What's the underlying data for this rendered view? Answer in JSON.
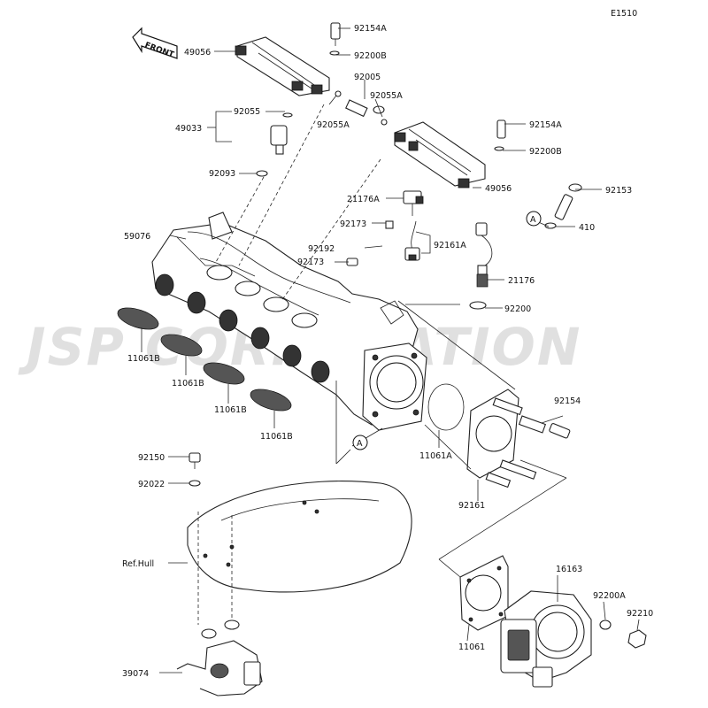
{
  "diagram": {
    "code": "E1510",
    "front_label": "FRONT",
    "watermark": "JSP CORPORATION",
    "ref_hull": "Ref.Hull",
    "marker_a": "A",
    "parts": {
      "p92154A_a": "92154A",
      "p92200B_a": "92200B",
      "p49056_a": "49056",
      "p92005": "92005",
      "p92055A_a": "92055A",
      "p92055A_b": "92055A",
      "p92055": "92055",
      "p49033": "49033",
      "p92154A_b": "92154A",
      "p92200B_b": "92200B",
      "p92093": "92093",
      "p49056_b": "49056",
      "p92153": "92153",
      "p21176A": "21176A",
      "p92173_a": "92173",
      "p410": "410",
      "p59076": "59076",
      "p92192": "92192",
      "p92161A": "92161A",
      "p92173_b": "92173",
      "p21176": "21176",
      "p92200": "92200",
      "p11061B_a": "11061B",
      "p11061B_b": "11061B",
      "p11061B_c": "11061B",
      "p11061B_d": "11061B",
      "p92154": "92154",
      "p11061A": "11061A",
      "p92150": "92150",
      "p92161": "92161",
      "p92022": "92022",
      "p16163": "16163",
      "p92200A": "92200A",
      "p92210": "92210",
      "p11061": "11061",
      "p39074": "39074"
    }
  }
}
